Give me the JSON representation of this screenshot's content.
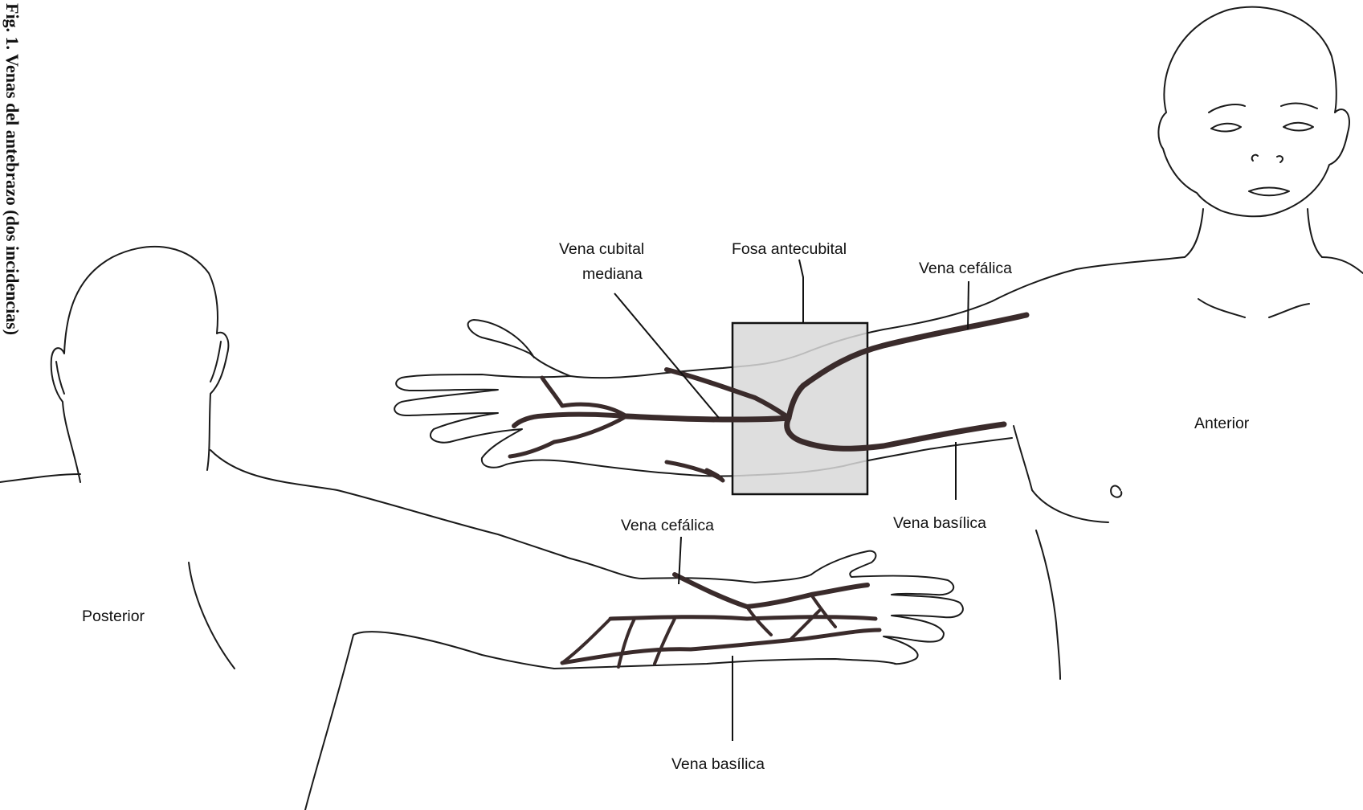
{
  "caption": "Fig. 1. Venas del antebrazo (dos incidencias)",
  "views": {
    "posterior": "Posterior",
    "anterior": "Anterior"
  },
  "labels": {
    "vena_cubital_mediana_line1": "Vena cubital",
    "vena_cubital_mediana_line2": "mediana",
    "fosa_antecubital": "Fosa antecubital",
    "vena_cefalica_anterior": "Vena cefálica",
    "vena_basilica_anterior": "Vena basílica",
    "vena_cefalica_posterior": "Vena cefálica",
    "vena_basilica_posterior": "Vena basílica"
  },
  "colors": {
    "vein": "#3a2b2b",
    "highlight_fill": "#d8d8d8",
    "outline": "#1a1a1a"
  }
}
